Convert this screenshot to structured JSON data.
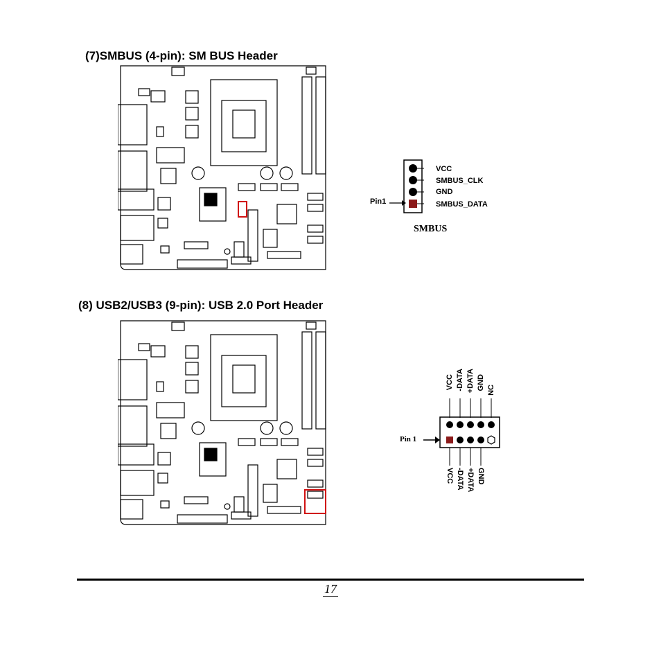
{
  "section7": {
    "heading": "(7)SMBUS (4-pin): SM BUS Header",
    "pins": [
      "VCC",
      "SMBUS_CLK",
      "GND",
      "SMBUS_DATA"
    ],
    "pin1_label": "Pin1",
    "caption": "SMBUS"
  },
  "section8": {
    "heading": "(8) USB2/USB3 (9-pin): USB 2.0 Port Header",
    "pin1_label": "Pin 1",
    "top_pins": [
      "VCC",
      "-DATA",
      "+DATA",
      "GND",
      "NC"
    ],
    "bottom_pins": [
      "VCC",
      "-DATA",
      "+DATA",
      "GND"
    ]
  },
  "page_number": "17",
  "colors": {
    "highlight": "#d01010",
    "pin1": "#8b1a1a"
  }
}
